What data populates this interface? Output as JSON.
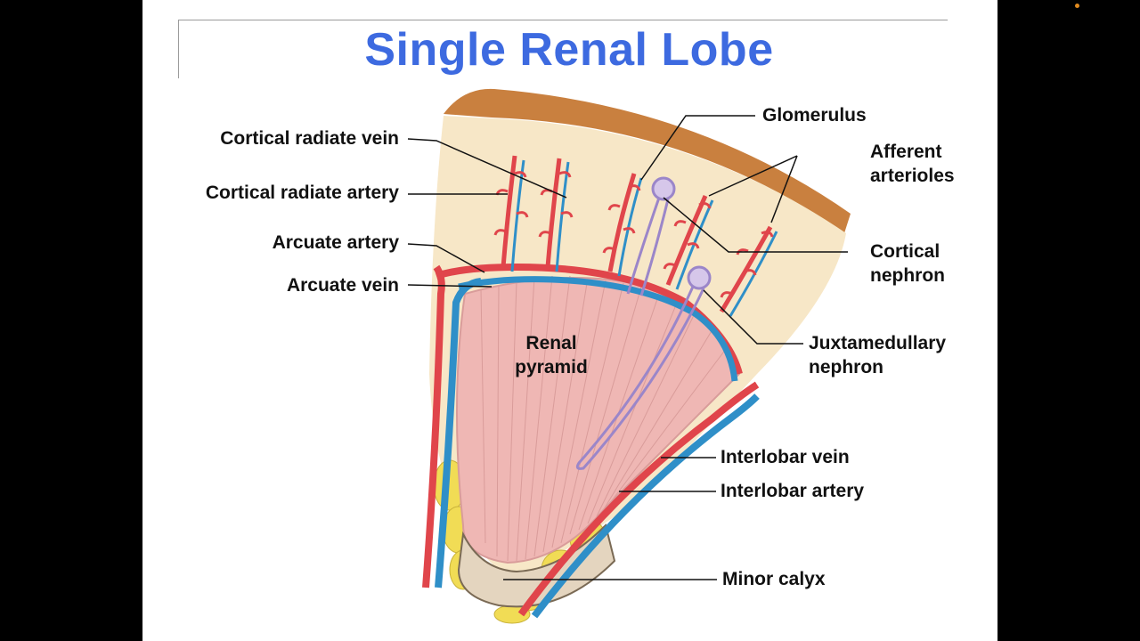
{
  "slide": {
    "title": "Single Renal Lobe"
  },
  "labels": {
    "cortical_radiate_vein": "Cortical radiate vein",
    "cortical_radiate_artery": "Cortical radiate artery",
    "arcuate_artery": "Arcuate artery",
    "arcuate_vein": "Arcuate vein",
    "glomerulus": "Glomerulus",
    "afferent_arterioles_1": "Afferent",
    "afferent_arterioles_2": "arterioles",
    "cortical_nephron_1": "Cortical",
    "cortical_nephron_2": "nephron",
    "juxtamedullary_nephron_1": "Juxtamedullary",
    "juxtamedullary_nephron_2": "nephron",
    "renal_pyramid_1": "Renal",
    "renal_pyramid_2": "pyramid",
    "interlobar_vein": "Interlobar vein",
    "interlobar_artery": "Interlobar artery",
    "minor_calyx": "Minor calyx"
  },
  "colors": {
    "title": "#3d6ae0",
    "artery": "#e0454b",
    "vein": "#2f8fc8",
    "cortex": "#f7e7c7",
    "capsule": "#c9803f",
    "pyramid": "#efb7b4",
    "nephron": "#9b86c9",
    "fat": "#f1dc55"
  }
}
